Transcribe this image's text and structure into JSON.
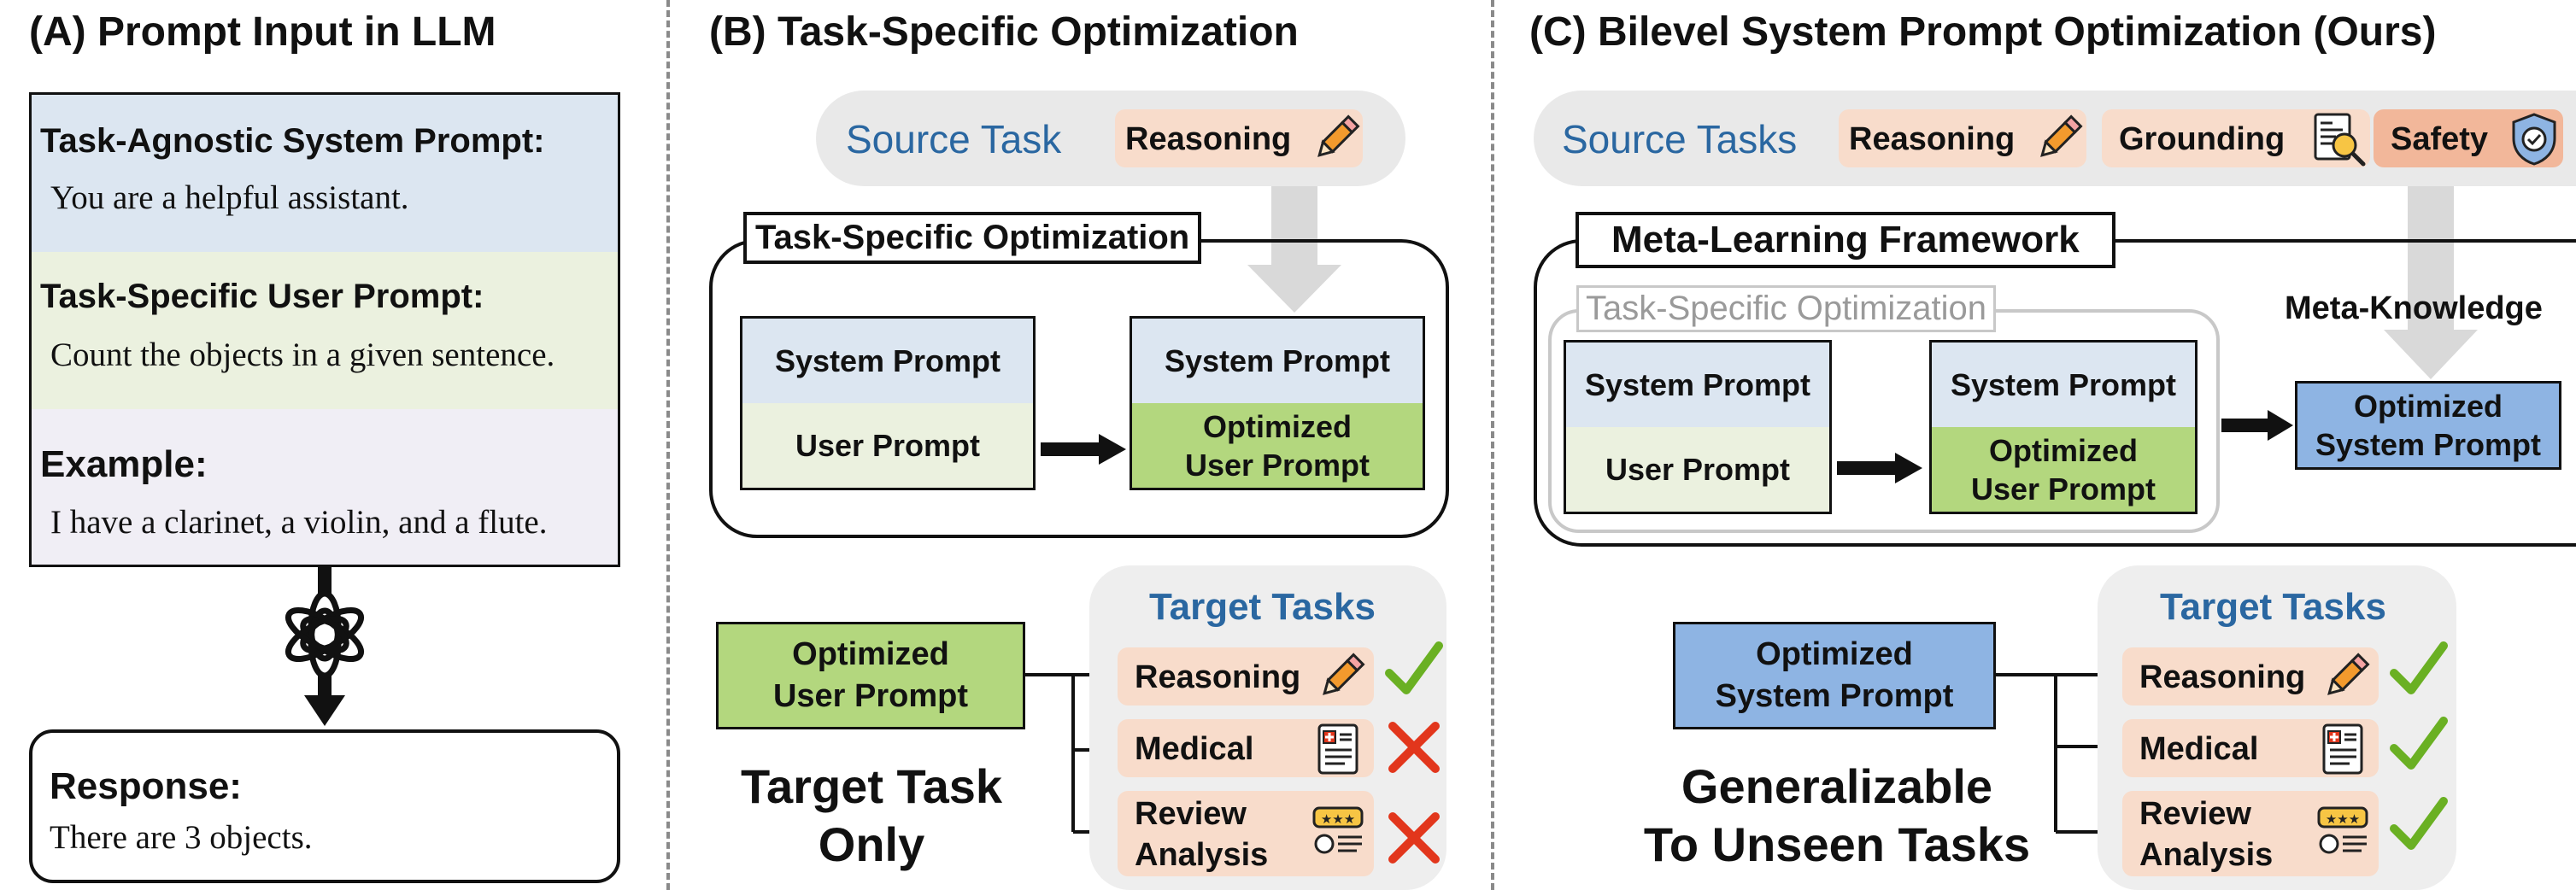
{
  "panel_a": {
    "title": "(A) Prompt Input in LLM",
    "system_label": "Task-Agnostic System Prompt:",
    "system_text": "You are a helpful assistant.",
    "user_label": "Task-Specific User Prompt:",
    "user_text": "Count the objects in a given sentence.",
    "example_label": "Example:",
    "example_text": "I have a clarinet, a violin, and a flute.",
    "response_label": "Response:",
    "response_text": "There are 3 objects."
  },
  "panel_b": {
    "title": "(B) Task-Specific Optimization",
    "source_label": "Source Task",
    "source_chip": "Reasoning",
    "frame_label": "Task-Specific Optimization",
    "system_prompt": "System Prompt",
    "user_prompt": "User Prompt",
    "optimized_user_prompt": [
      "Optimized",
      "User Prompt"
    ],
    "output_box": [
      "Optimized",
      "User Prompt"
    ],
    "caption": [
      "Target Task",
      "Only"
    ],
    "target_title": "Target Tasks",
    "targets": [
      {
        "label": "Reasoning",
        "icon": "pencil-icon",
        "result": "check"
      },
      {
        "label": "Medical",
        "icon": "medical-report-icon",
        "result": "cross"
      },
      {
        "label": "Review\nAnalysis",
        "icon": "review-icon",
        "result": "cross"
      }
    ]
  },
  "panel_c": {
    "title": "(C) Bilevel System Prompt Optimization (Ours)",
    "source_label": "Source Tasks",
    "source_chips": [
      {
        "label": "Reasoning",
        "icon": "pencil-icon"
      },
      {
        "label": "Grounding",
        "icon": "document-search-icon"
      },
      {
        "label": "Safety",
        "icon": "shield-icon"
      }
    ],
    "frame_label": "Meta-Learning Framework",
    "inner_label": "Task-Specific Optimization",
    "meta_knowledge": "Meta-Knowledge",
    "system_prompt": "System Prompt",
    "user_prompt": "User Prompt",
    "optimized_user_prompt": [
      "Optimized",
      "User Prompt"
    ],
    "optimized_system_prompt": [
      "Optimized",
      "System Prompt"
    ],
    "output_box": [
      "Optimized",
      "System Prompt"
    ],
    "caption": [
      "Generalizable",
      "To Unseen Tasks"
    ],
    "target_title": "Target Tasks",
    "targets": [
      {
        "label": "Reasoning",
        "icon": "pencil-icon",
        "result": "check"
      },
      {
        "label": "Medical",
        "icon": "medical-report-icon",
        "result": "check"
      },
      {
        "label": "Review\nAnalysis",
        "icon": "review-icon",
        "result": "check"
      }
    ]
  },
  "colors": {
    "system": "#dce6f1",
    "user": "#ebf1df",
    "example": "#f0eef5",
    "optimized_user": "#b3d77e",
    "optimized_system": "#8eb4e3",
    "chip": "#f8dccb",
    "title_blue": "#2a67a1",
    "check": "#6ab023",
    "cross": "#e2361c"
  }
}
